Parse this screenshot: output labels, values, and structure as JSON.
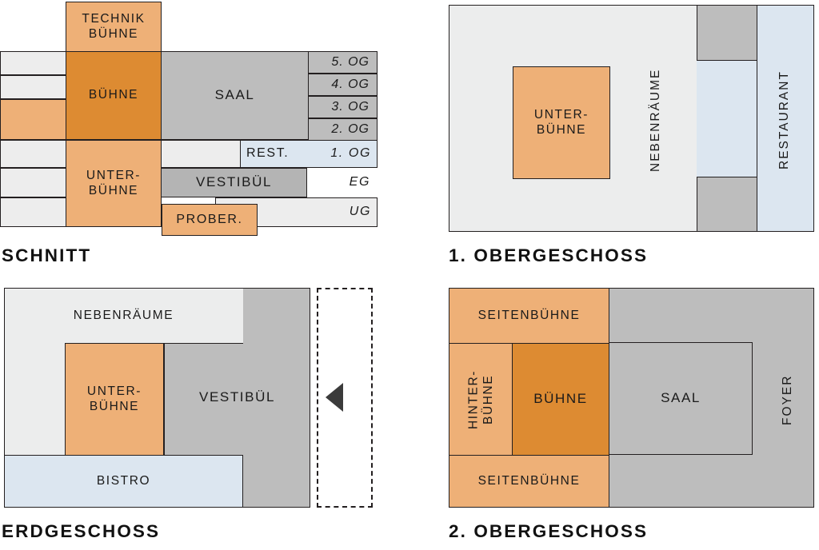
{
  "diagram": {
    "title": "Theater building floor diagrams",
    "colors": {
      "orange_light": "#eeb077",
      "orange_dark": "#dd8b32",
      "gray": "#bdbdbd",
      "gray_dark": "#b4b4b4",
      "gray_pale": "#ededed",
      "blue": "#dce6f0",
      "outline": "#231f20",
      "triangle": "#3b3b3b"
    }
  },
  "panels": {
    "schnitt": {
      "caption": "SCHNITT",
      "rooms": {
        "technik_buehne": "TECHNIK\nBÜHNE",
        "buehne": "BÜHNE",
        "unter_buehne": "UNTER-\nBÜHNE",
        "saal": "SAAL",
        "rest": "REST.",
        "vestibuel": "VESTIBÜL",
        "prober": "PROBER."
      },
      "levels": [
        "5. OG",
        "4. OG",
        "3. OG",
        "2. OG",
        "1. OG",
        "EG",
        "UG"
      ]
    },
    "obergeschoss_1": {
      "caption": "1. OBERGESCHOSS",
      "rooms": {
        "unter_buehne": "UNTER-\nBÜHNE",
        "nebenraeume": "NEBENRÄUME",
        "restaurant": "RESTAURANT"
      }
    },
    "erdgeschoss": {
      "caption": "ERDGESCHOSS",
      "rooms": {
        "nebenraeume": "NEBENRÄUME",
        "unter_buehne": "UNTER-\nBÜHNE",
        "vestibuel": "VESTIBÜL",
        "bistro": "BISTRO"
      }
    },
    "obergeschoss_2": {
      "caption": "2. OBERGESCHOSS",
      "rooms": {
        "seitenbuehne_top": "SEITENBÜHNE",
        "seitenbuehne_bottom": "SEITENBÜHNE",
        "hinter_buehne": "HINTER-\nBÜHNE",
        "buehne": "BÜHNE",
        "saal": "SAAL",
        "foyer": "FOYER"
      }
    }
  }
}
